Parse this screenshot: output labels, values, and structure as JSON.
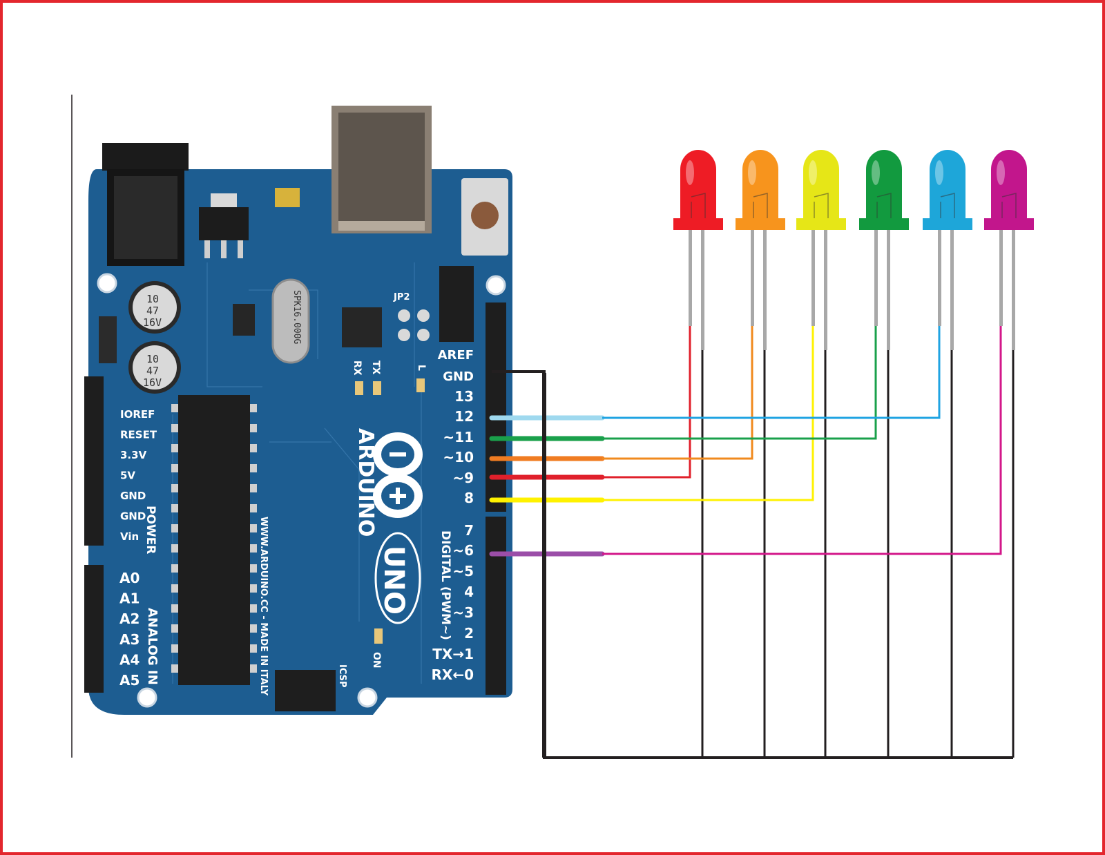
{
  "colors": {
    "frame": "#e3262d",
    "board": "#1d5d91",
    "board_dark": "#114672",
    "silkscreen": "#ffffff",
    "gnd_wire": "#231f20"
  },
  "board": {
    "brand": "ARDUINO",
    "model": "UNO",
    "website": "WWW.ARDUINO.CC - MADE IN ITALY",
    "crystal": "SPK16.000G",
    "reset_label": "RESET",
    "cap_label": [
      "10",
      "47",
      "16V"
    ],
    "small_labels": {
      "jp2": "JP2",
      "icsp": "ICSP",
      "rx": "RX",
      "tx": "TX",
      "l": "L",
      "on": "ON"
    },
    "power_title": "POWER",
    "power_pins": [
      "IOREF",
      "RESET",
      "3.3V",
      "5V",
      "GND",
      "GND",
      "Vin"
    ],
    "analog_title": "ANALOG IN",
    "analog_pins": [
      "A0",
      "A1",
      "A2",
      "A3",
      "A4",
      "A5"
    ],
    "digital_title": "DIGITAL (PWM~)",
    "digital_pins": [
      "AREF",
      "GND",
      "13",
      "12",
      "~11",
      "~10",
      "~9",
      "8",
      "7",
      "~6",
      "~5",
      "4",
      "~3",
      "2",
      "TX→1",
      "RX←0"
    ]
  },
  "leds": [
    {
      "color": "red",
      "hex": "#ee1c25",
      "pin": "~9",
      "wire_board": "#e0202b",
      "wire_led": "#e0202b"
    },
    {
      "color": "orange",
      "hex": "#f7941d",
      "pin": "~10",
      "wire_board": "#f07c22",
      "wire_led": "#f08a1e"
    },
    {
      "color": "yellow",
      "hex": "#e6e617",
      "pin": "8",
      "wire_board": "#fff200",
      "wire_led": "#fff200"
    },
    {
      "color": "green",
      "hex": "#129a3f",
      "pin": "~11",
      "wire_board": "#1aa04b",
      "wire_led": "#1aa04b"
    },
    {
      "color": "blue",
      "hex": "#1ea6d9",
      "pin": "12",
      "wire_board": "#9fd9ef",
      "wire_led": "#1fa3e2"
    },
    {
      "color": "magenta",
      "hex": "#c2168c",
      "pin": "~6",
      "wire_board": "#9b4ea8",
      "wire_led": "#d3178a"
    }
  ],
  "ground": {
    "pin": "GND"
  }
}
